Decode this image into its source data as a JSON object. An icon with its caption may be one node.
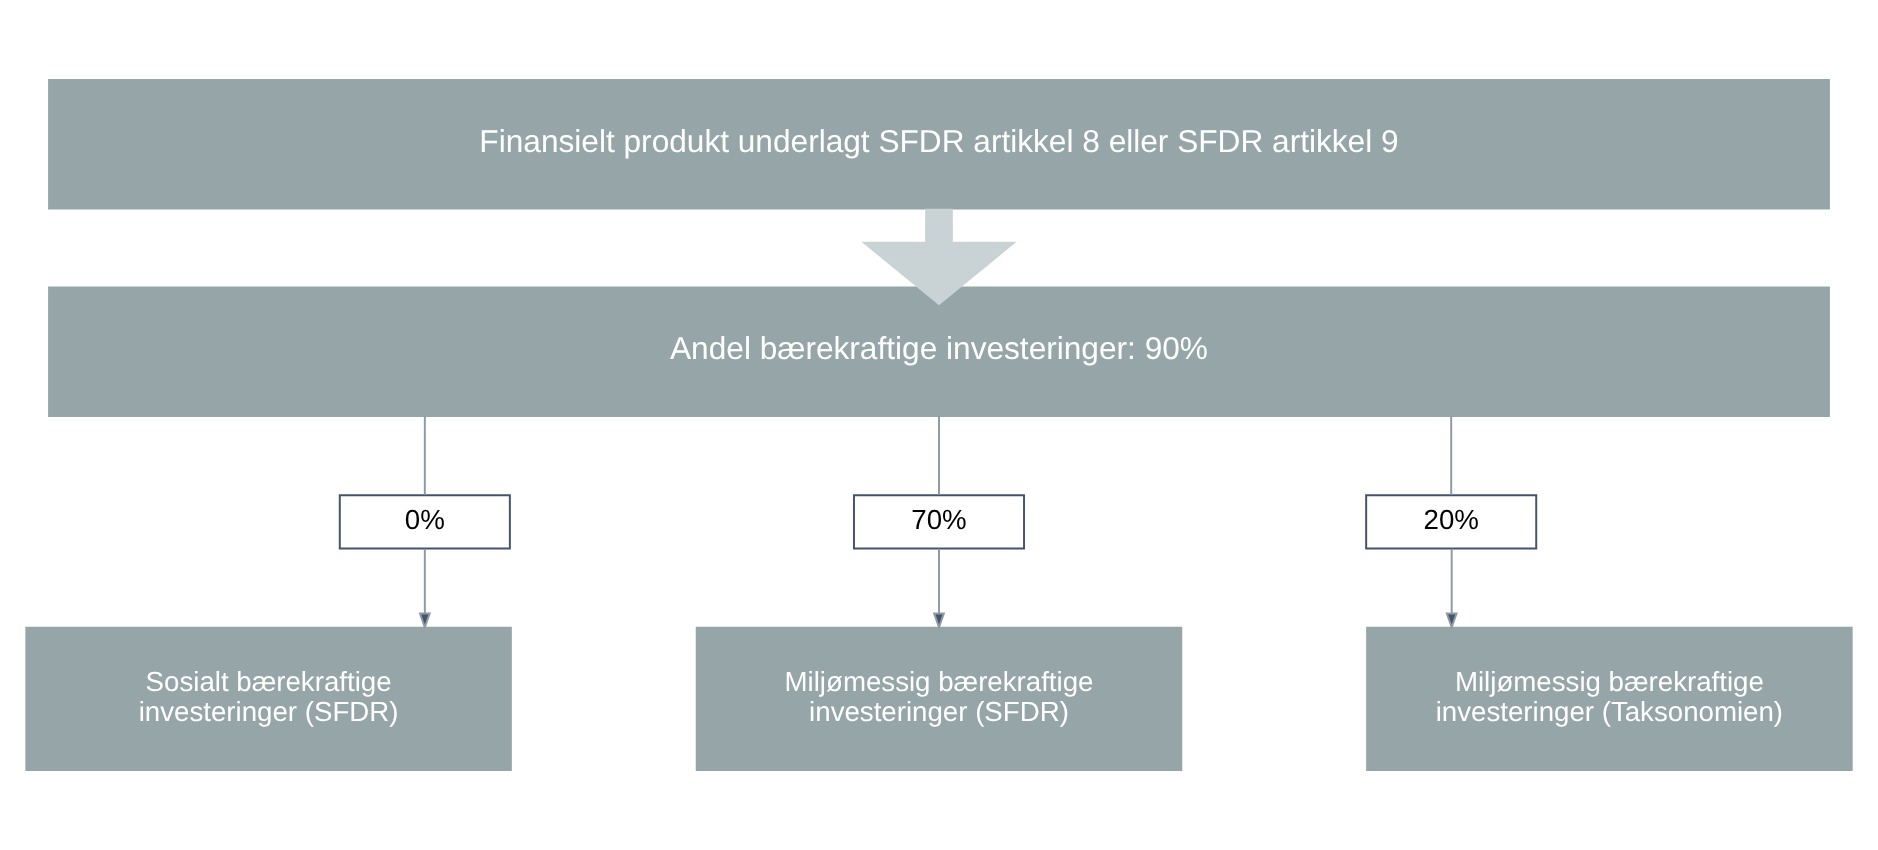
{
  "diagram": {
    "nodes": [
      {
        "text": [
          "Finansielt produkt underlagt SFDR artikkel 8 eller SFDR artikkel 9"
        ]
      },
      {
        "text": [
          "Andel bærekraftige investeringer: 90%"
        ]
      },
      {
        "text": [
          "0%"
        ]
      },
      {
        "text": [
          "70%"
        ]
      },
      {
        "text": [
          "20%"
        ]
      },
      {
        "text": [
          "Sosialt bærekraftige investeringer (SFDR)"
        ]
      },
      {
        "text": [
          "Miljømessig bærekraftige investeringer (SFDR)"
        ]
      },
      {
        "text": [
          "Miljømessig bærekraftige investeringer (Taksonomien)"
        ]
      }
    ],
    "edges": [
      {
        "from": 0,
        "to": 1,
        "arrow": "to",
        "style": "thick",
        "color": "#c9d3d5"
      },
      {
        "from": 1,
        "to": 2,
        "arrow": "none"
      },
      {
        "from": 1,
        "to": 3,
        "arrow": "none"
      },
      {
        "from": 1,
        "to": 4,
        "arrow": "none"
      },
      {
        "from": 2,
        "to": 5,
        "arrow": "to"
      },
      {
        "from": 3,
        "to": 6,
        "arrow": "to"
      },
      {
        "from": 4,
        "to": 7,
        "arrow": "to"
      }
    ]
  }
}
